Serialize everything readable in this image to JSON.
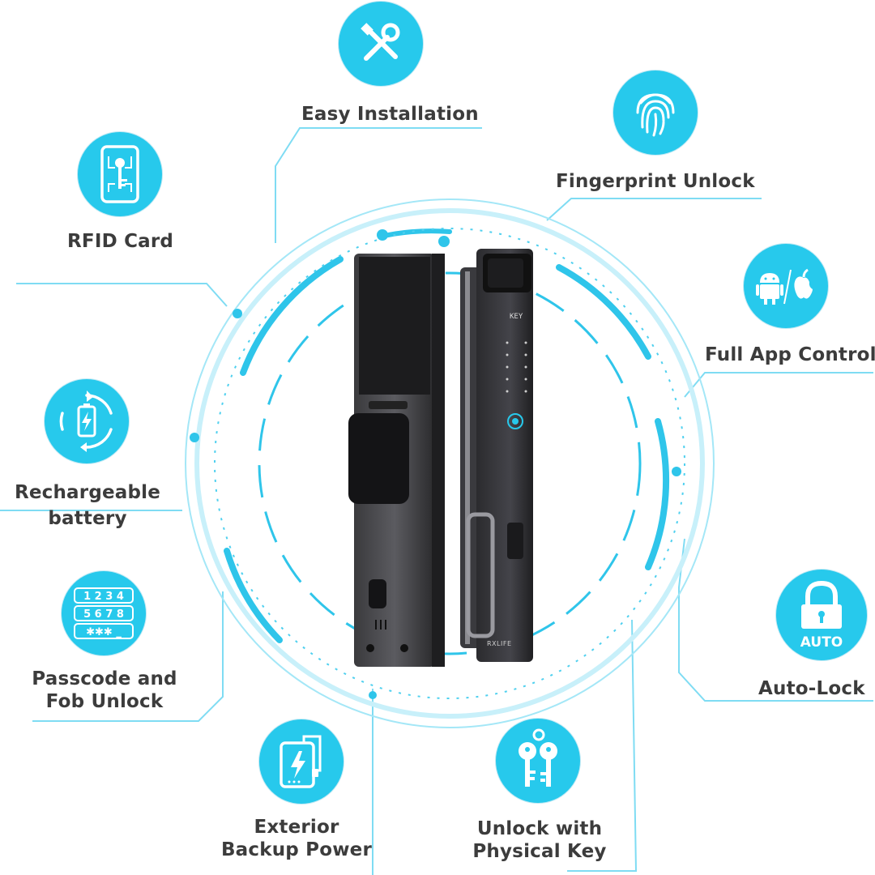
{
  "features": {
    "easy_installation": "Easy Installation",
    "fingerprint_unlock": "Fingerprint Unlock",
    "rfid_card": "RFID Card",
    "full_app_control": "Full App Control",
    "rechargeable_battery_line1": "Rechargeable",
    "rechargeable_battery_line2": "battery",
    "passcode_line1": "Passcode and",
    "passcode_line2": "Fob Unlock",
    "auto_lock": "Auto-Lock",
    "exterior_backup_line1": "Exterior",
    "exterior_backup_line2": "Backup Power",
    "physical_key_line1": "Unlock with",
    "physical_key_line2": "Physical Key"
  },
  "icons": {
    "passcode_rows": [
      "1 2 3 4",
      "5 6 7 8",
      "✱✱✱ _"
    ],
    "auto_lock_text": "AUTO"
  },
  "device": {
    "brand_text": "RXLIFE",
    "key_text": "KEY"
  },
  "colors": {
    "accent": "#27c9ec",
    "lines": "#5fd3ee",
    "label_text": "#3c3c3c",
    "lock_body": "#2a2a2c"
  }
}
